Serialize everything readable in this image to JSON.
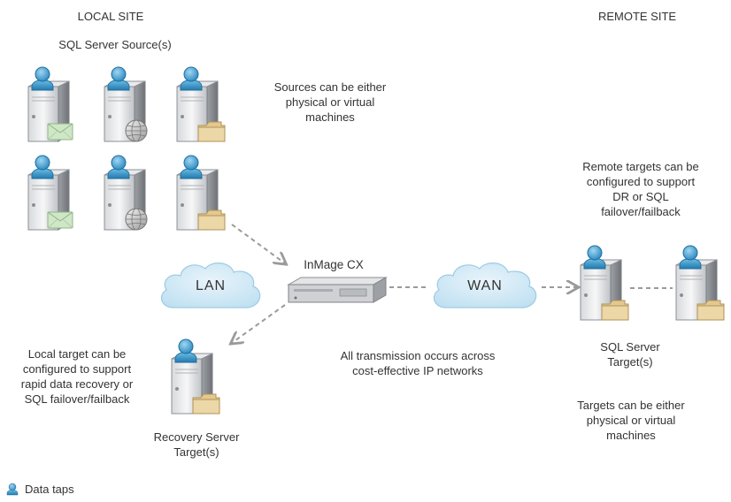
{
  "local_site": {
    "header": "LOCAL SITE",
    "sources_title": "SQL Server Source(s)",
    "sources_note": [
      "Sources can be either",
      "physical or virtual",
      "machines"
    ],
    "local_target_note": [
      "Local target can be",
      "configured to support",
      "rapid data recovery or",
      "SQL failover/failback"
    ],
    "recovery_label": [
      "Recovery Server",
      "Target(s)"
    ]
  },
  "network": {
    "lan_label": "LAN",
    "wan_label": "WAN",
    "cx_label": "InMage CX",
    "transmission_note": [
      "All transmission occurs across",
      "cost-effective IP networks"
    ]
  },
  "remote_site": {
    "header": "REMOTE SITE",
    "remote_note": [
      "Remote targets can be",
      "configured to support",
      "DR or SQL",
      "failover/failback"
    ],
    "target_label": [
      "SQL Server",
      "Target(s)"
    ],
    "targets_note": [
      "Targets can be either",
      "physical or virtual",
      "machines"
    ]
  },
  "legend": {
    "data_taps": "Data taps"
  },
  "colors": {
    "tap_blue": "#4aa8d8",
    "cloud_fill": "#cde7f4",
    "cloud_stroke": "#9ccbe4",
    "link_gray": "#9a9a9a",
    "folder": "#e3c98f",
    "mail": "#cfe7c7"
  }
}
